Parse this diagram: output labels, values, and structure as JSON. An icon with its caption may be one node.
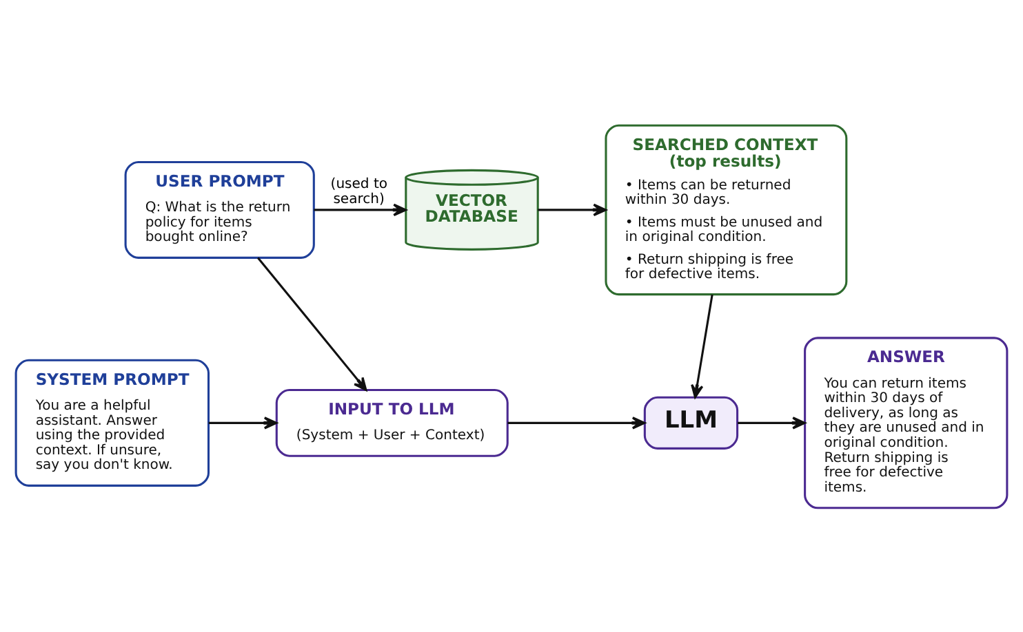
{
  "diagram": {
    "nodes": [
      {
        "text": [
          "USER PROMPT",
          "Q: What is the return policy for items bought online?"
        ]
      },
      {
        "text": [
          "VECTOR DATABASE"
        ]
      },
      {
        "text": [
          "SEARCHED CONTEXT (top results)",
          "• Items can be returned within 30 days.",
          "• Items must be unused and in original condition.",
          "• Return shipping is free for defective items."
        ]
      },
      {
        "text": [
          "SYSTEM PROMPT",
          "You are a helpful assistant. Answer using the provided context. If unsure, say you don't know."
        ]
      },
      {
        "text": [
          "INPUT TO LLM",
          "(System + User + Context)"
        ]
      },
      {
        "text": [
          "LLM"
        ]
      },
      {
        "text": [
          "ANSWER",
          "You can return items within 30 days of delivery, as long as they are unused and in original condition. Return shipping is free for defective items."
        ]
      }
    ],
    "edges": [
      {
        "from": 0,
        "to": 1,
        "arrow": "to",
        "label": "(used to search)"
      },
      {
        "from": 1,
        "to": 2,
        "arrow": "to"
      },
      {
        "from": 0,
        "to": 4,
        "arrow": "to"
      },
      {
        "from": 3,
        "to": 4,
        "arrow": "to"
      },
      {
        "from": 2,
        "to": 5,
        "arrow": "to"
      },
      {
        "from": 4,
        "to": 5,
        "arrow": "to"
      },
      {
        "from": 5,
        "to": 6,
        "arrow": "to"
      }
    ]
  }
}
